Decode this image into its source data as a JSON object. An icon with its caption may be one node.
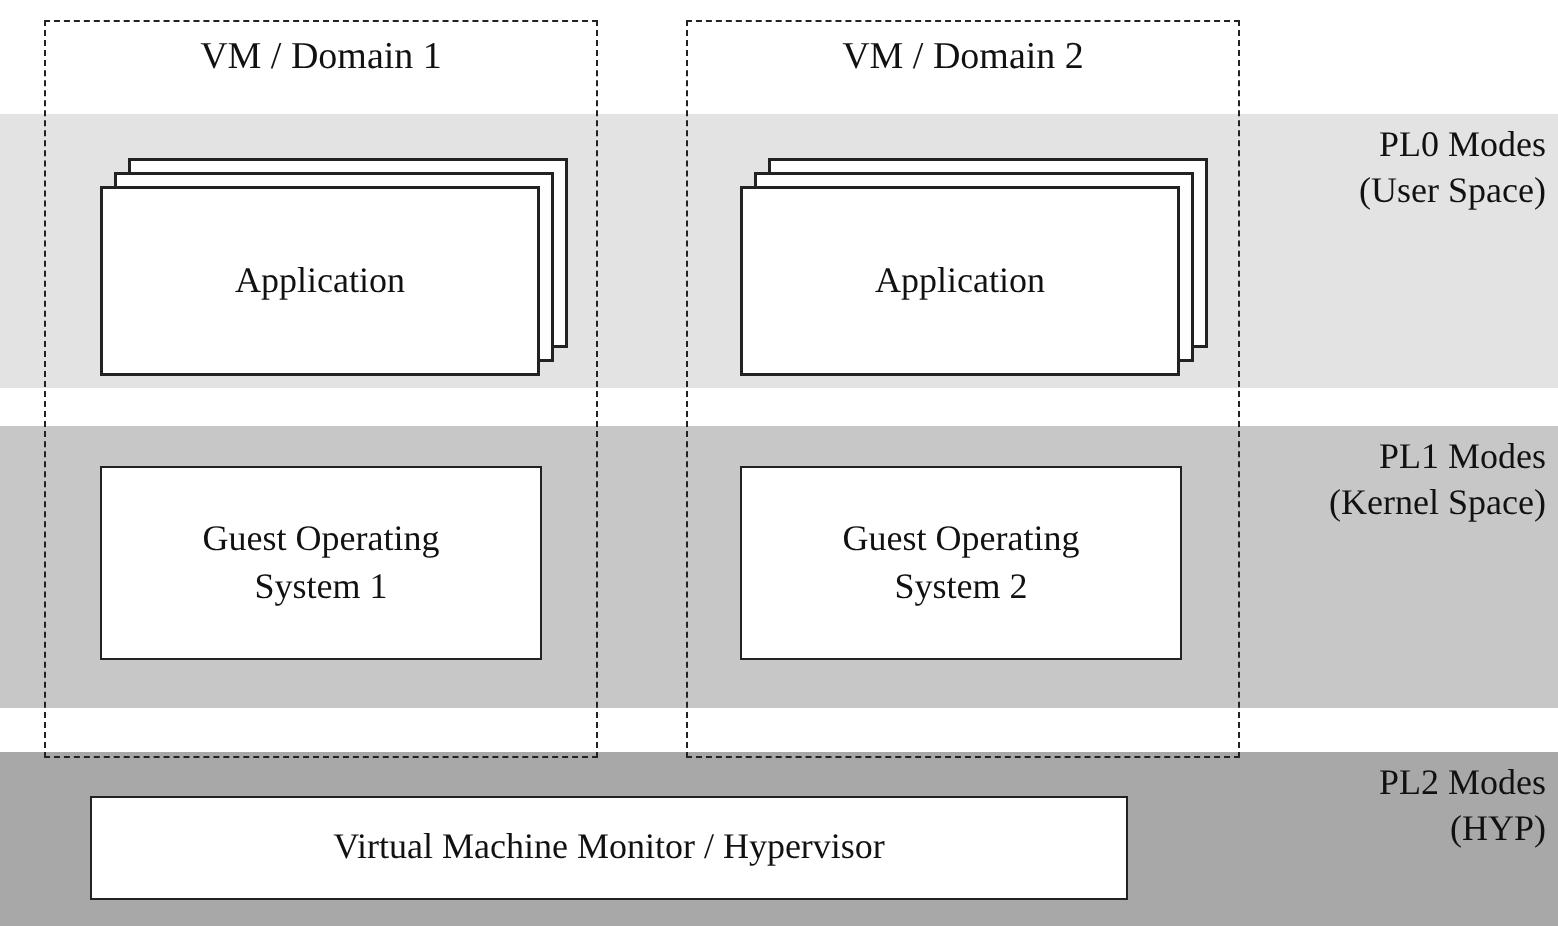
{
  "diagram": {
    "nodes": [
      {
        "text": [
          "PL0 Modes (User Space)"
        ]
      },
      {
        "text": [
          "PL1 Modes (Kernel Space)"
        ]
      },
      {
        "text": [
          "PL2 Modes (HYP)"
        ]
      },
      {
        "text": [
          "VM / Domain 1"
        ]
      },
      {
        "text": [
          "VM / Domain 2"
        ]
      },
      {
        "text": [
          "Application"
        ]
      },
      {
        "text": [
          "Application"
        ]
      },
      {
        "text": [
          "Guest Operating System 1"
        ]
      },
      {
        "text": [
          "Guest Operating System 2"
        ]
      },
      {
        "text": [
          "Virtual Machine Monitor / Hypervisor"
        ],
        "in": 2
      }
    ]
  }
}
